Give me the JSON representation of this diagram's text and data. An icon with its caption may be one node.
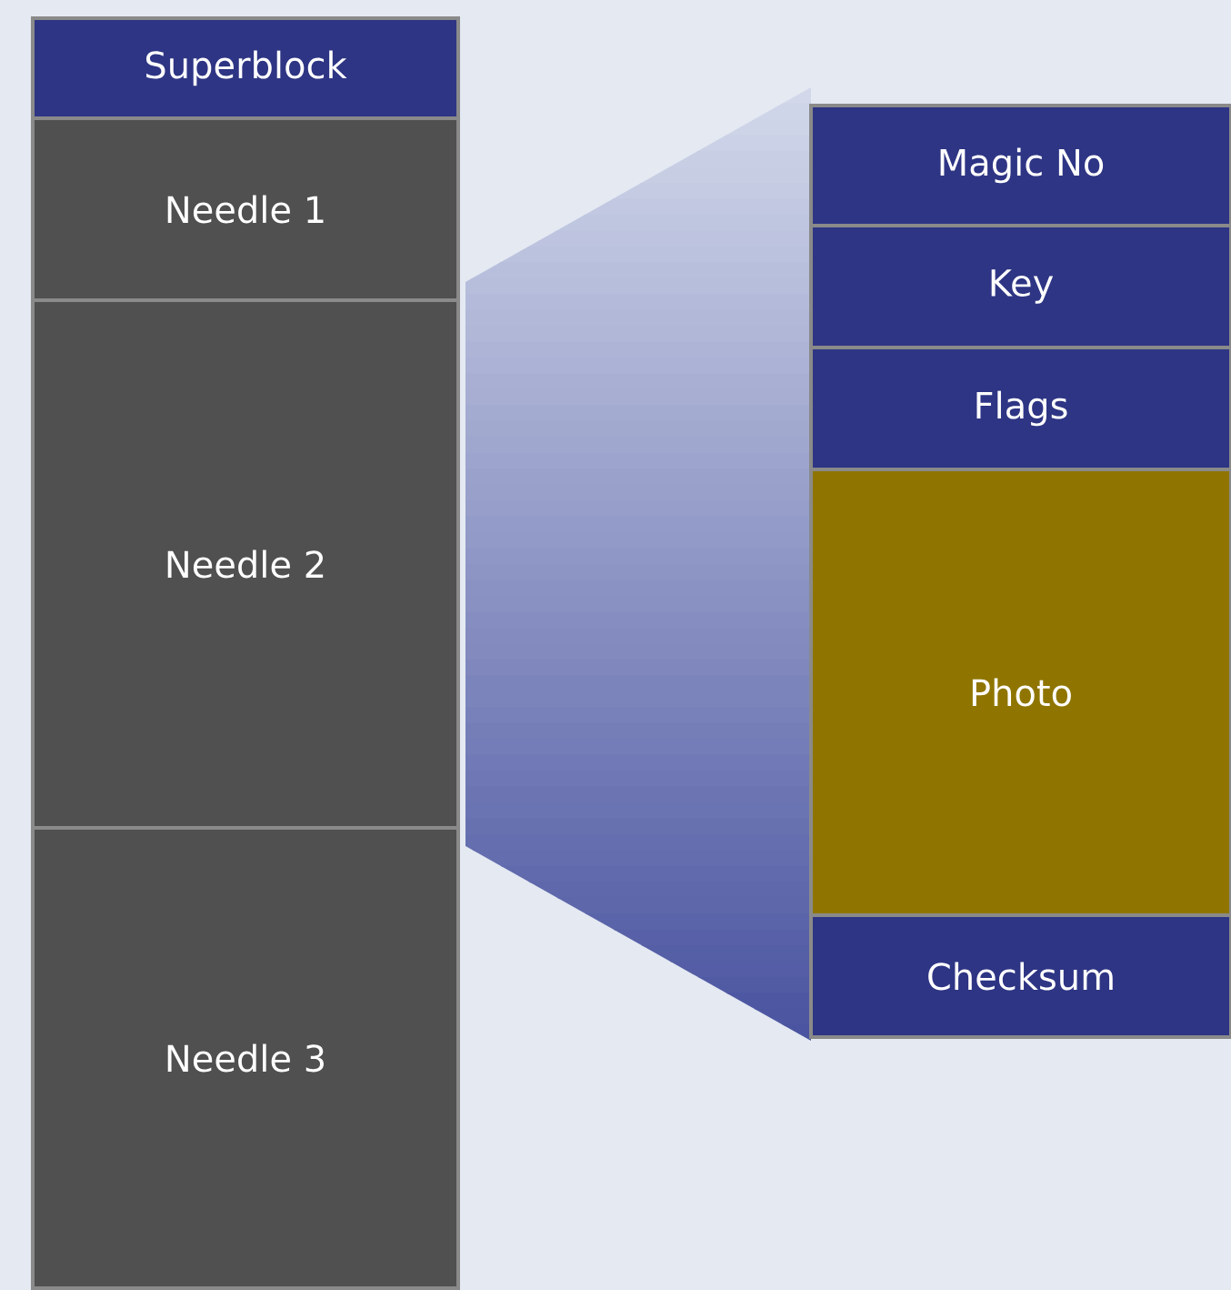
{
  "diagram": {
    "nodes": [
      {
        "text": [
          "Superblock"
        ]
      },
      {
        "text": [
          "Needle 1"
        ]
      },
      {
        "text": [
          "Needle 2"
        ]
      },
      {
        "text": [
          "Needle 3"
        ]
      },
      {
        "text": [
          "Magic No"
        ]
      },
      {
        "text": [
          "Key"
        ]
      },
      {
        "text": [
          "Flags"
        ]
      },
      {
        "text": [
          "Photo"
        ]
      },
      {
        "text": [
          "Checksum"
        ]
      }
    ]
  }
}
